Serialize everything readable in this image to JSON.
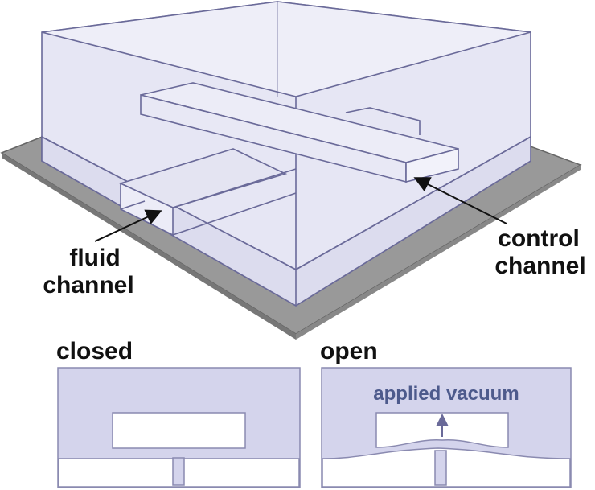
{
  "labels": {
    "fluid_channel": [
      "fluid",
      "channel"
    ],
    "control_channel": [
      "control",
      "channel"
    ],
    "closed": "closed",
    "open": "open",
    "applied_vacuum": "applied vacuum"
  },
  "colors": {
    "substrate": "#999999",
    "pdms": "#d4d4ec",
    "edge": "#6a6a99",
    "vacuum_text": "#4d5a8c"
  }
}
